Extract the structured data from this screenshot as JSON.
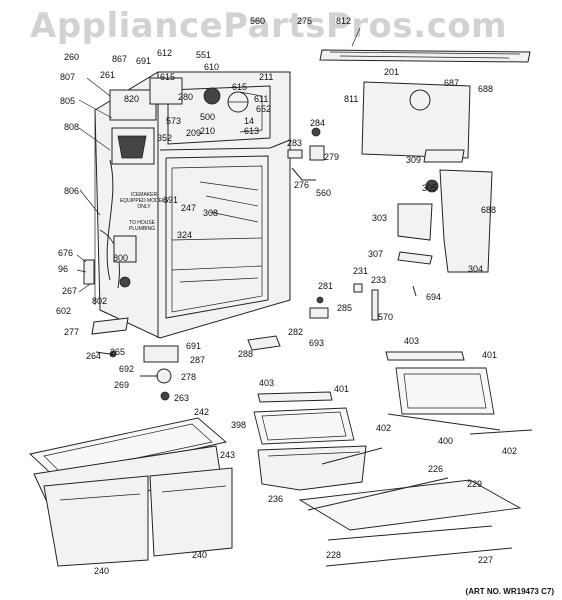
{
  "watermark": "AppliancePartsPros.com",
  "notes": {
    "icemaker": "ICEMAKER EQUIPPED MODELS ONLY",
    "house_plumbing": "TO HOUSE PLUMBING"
  },
  "art_number": "(ART NO. WR19473 C7)",
  "callouts": {
    "c560a": "560",
    "c275": "275",
    "c812": "812",
    "c260": "260",
    "c867": "867",
    "c612": "612",
    "c551": "551",
    "c691a": "691",
    "c610": "610",
    "c807": "807",
    "c261": "261",
    "c615a": "615",
    "c211": "211",
    "c201": "201",
    "c687": "687",
    "c688a": "688",
    "c805": "805",
    "c820": "820",
    "c280": "280",
    "c615b": "615",
    "c811": "811",
    "c573": "573",
    "c500": "500",
    "c611": "611",
    "c652": "652",
    "c209": "209",
    "c14": "14",
    "c284": "284",
    "c808": "808",
    "c210": "210",
    "c613": "613",
    "c352": "352",
    "c283": "283",
    "c279": "279",
    "c309": "309",
    "c276": "276",
    "c560b": "560",
    "c806": "806",
    "c691b": "691",
    "c247": "247",
    "c305": "305",
    "c308": "308",
    "c303": "303",
    "c688b": "688",
    "c324": "324",
    "c676": "676",
    "c800": "800",
    "c307": "307",
    "c96": "96",
    "c231": "231",
    "c304": "304",
    "c267": "267",
    "c233": "233",
    "c694": "694",
    "c281": "281",
    "c802": "802",
    "c602": "602",
    "c285": "285",
    "c570": "570",
    "c277": "277",
    "c282": "282",
    "c693": "693",
    "c691c": "691",
    "c403a": "403",
    "c264": "264",
    "c265": "265",
    "c288": "288",
    "c287": "287",
    "c401a": "401",
    "c692": "692",
    "c278": "278",
    "c269": "269",
    "c403b": "403",
    "c401b": "401",
    "c263": "263",
    "c242": "242",
    "c398": "398",
    "c402a": "402",
    "c400": "400",
    "c402b": "402",
    "c243": "243",
    "c226": "226",
    "c236": "236",
    "c229": "229",
    "c240a": "240",
    "c240b": "240",
    "c228": "228",
    "c227": "227"
  }
}
